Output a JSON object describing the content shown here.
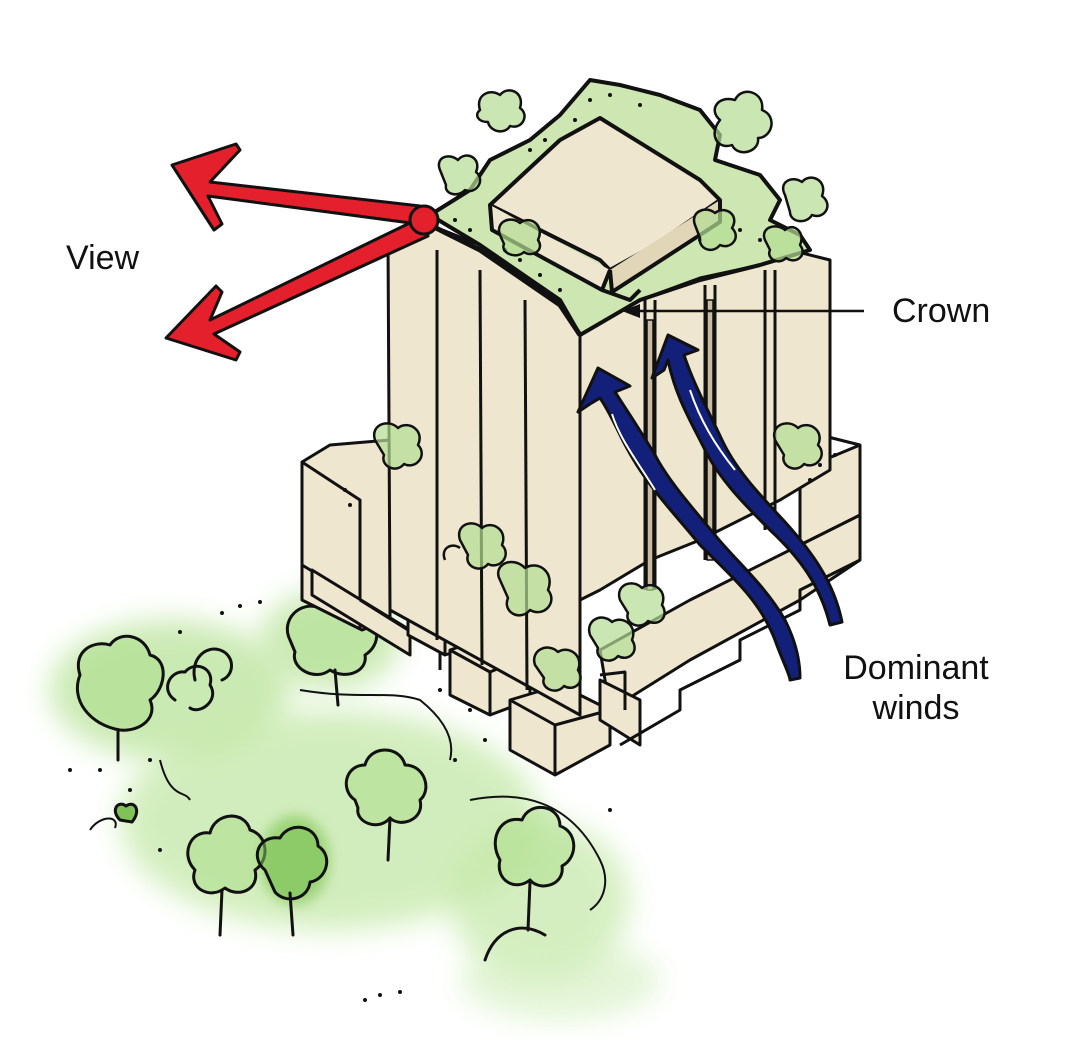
{
  "diagram": {
    "labels": {
      "view": "View",
      "crown": "Crown",
      "winds_line1": "Dominant",
      "winds_line2": "winds"
    },
    "colors": {
      "view_arrow": "#e3202b",
      "wind_arrow": "#13207a",
      "building_fill": "#efe6cf",
      "greenery": "#a9d98a",
      "ink": "#111111",
      "background": "#ffffff"
    },
    "icons": {
      "view_arrows": "red-double-arrow-icon",
      "wind_arrows": "blue-wavy-arrow-icon",
      "trees": "tree-icon"
    }
  }
}
